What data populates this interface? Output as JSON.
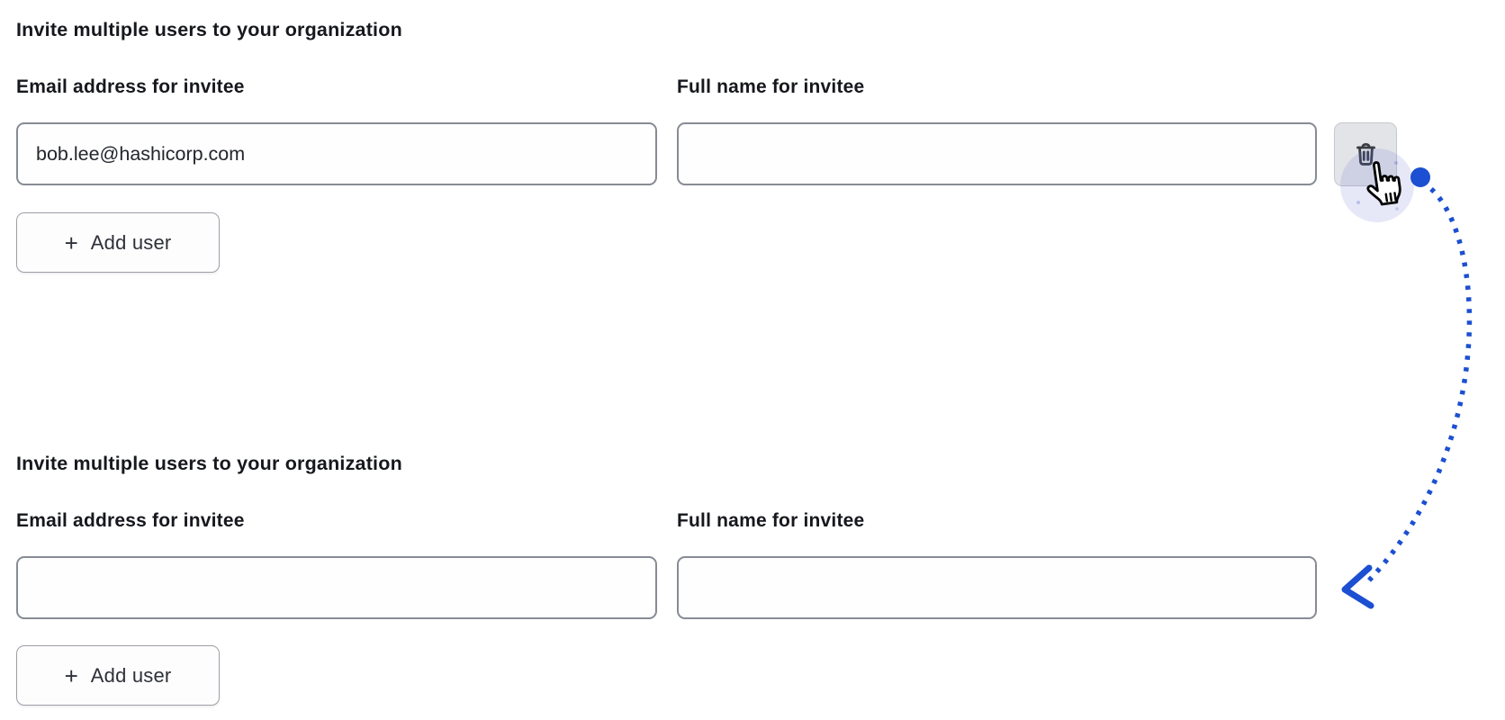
{
  "sections": [
    {
      "title": "Invite multiple users to your organization",
      "email_label": "Email address for invitee",
      "email_value": "bob.lee@hashicorp.com",
      "name_label": "Full name for invitee",
      "name_value": "",
      "delete_icon": "trash-icon",
      "add_user_plus": "+",
      "add_user_label": "Add user"
    },
    {
      "title": "Invite multiple users to your organization",
      "email_label": "Email address for invitee",
      "email_value": "",
      "name_label": "Full name for invitee",
      "name_value": "",
      "add_user_plus": "+",
      "add_user_label": "Add user"
    }
  ],
  "annotation": {
    "accent_color": "#1c4fd1",
    "cursor_icon": "hand-pointer-cursor"
  }
}
